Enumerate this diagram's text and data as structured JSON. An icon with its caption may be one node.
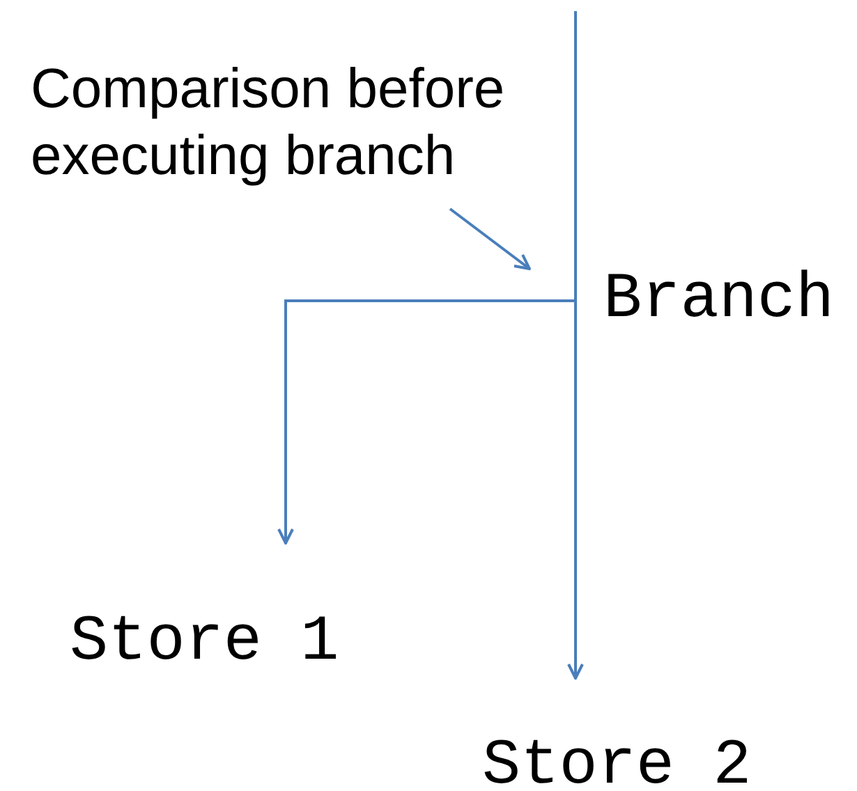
{
  "diagram": {
    "nodes": [
      {
        "text": [
          "Comparison before executing branch"
        ]
      },
      {
        "text": [
          "Branch"
        ]
      },
      {
        "text": [
          "Store 1"
        ]
      },
      {
        "text": [
          "Store 2"
        ]
      }
    ],
    "edges": [
      {
        "from": null,
        "to": 3,
        "arrow": "to"
      },
      {
        "from": 1,
        "to": 2,
        "arrow": "to"
      },
      {
        "from": 0,
        "to": null,
        "arrow": "to"
      }
    ]
  }
}
